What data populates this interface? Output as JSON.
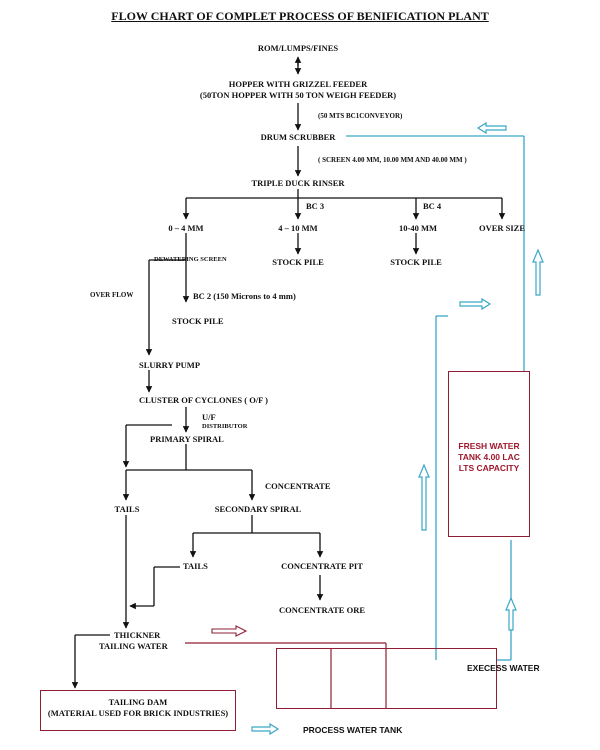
{
  "title": "FLOW CHART OF COMPLET PROCESS OF BENIFICATION PLANT",
  "nodes": {
    "rom": "ROM/LUMPS/FINES",
    "hopper_line1": "HOPPER WITH GRIZZEL FEEDER",
    "hopper_line2": "(50TON HOPPER WITH 50 TON WEIGH FEEDER)",
    "conveyor": "(50 MTS BC1CONVEYOR)",
    "drum_scrubber": "DRUM SCRUBBER",
    "screen": "( SCREEN 4.00 MM, 10.00 MM AND 40.00 MM )",
    "triple_duck_rinser": "TRIPLE DUCK RINSER",
    "bc3": "BC 3",
    "bc4": "BC 4",
    "size_0_4": "0 – 4 MM",
    "size_4_10": "4 – 10 MM",
    "size_10_40": "10-40   MM",
    "over_size": "OVER SIZE",
    "dewatering_screen": "DEWATERING SCREEN",
    "stock_pile_1": "STOCK PILE",
    "stock_pile_2": "STOCK PILE",
    "over_flow": "OVER FLOW",
    "bc2": "BC 2 (150 Microns to 4 mm)",
    "stock_pile_3": "STOCK PILE",
    "slurry_pump": "SLURRY PUMP",
    "cluster_cyclones": "CLUSTER OF CYCLONES ( O/F )",
    "uf": "U/F",
    "distributor": "DISTRIBUTOR",
    "primary_spiral": "PRIMARY SPIRAL",
    "concentrate": "CONCENTRATE",
    "tails_1": "TAILS",
    "secondary_spiral": "SECONDARY SPIRAL",
    "tails_2": "TAILS",
    "concentrate_pit": "CONCENTRATE PIT",
    "concentrate_ore": "CONCENTRATE ORE",
    "thickner": "THICKNER",
    "tailing_water": "TAILING WATER",
    "tailing_dam_line1": "TAILING DAM",
    "tailing_dam_line2": "(MATERIAL USED FOR BRICK INDUSTRIES)",
    "fresh_water_line1": "FRESH WATER",
    "fresh_water_line2": "TANK 4.00 LAC",
    "fresh_water_line3": "LTS CAPACITY",
    "excess_water": "EXECESS WATER",
    "process_water_tank": "PROCESS WATER TANK"
  },
  "colors": {
    "line": "#111111",
    "water_line": "#3aa6c8",
    "tank_border": "#8e1f34",
    "tank_text": "#a0182c"
  }
}
